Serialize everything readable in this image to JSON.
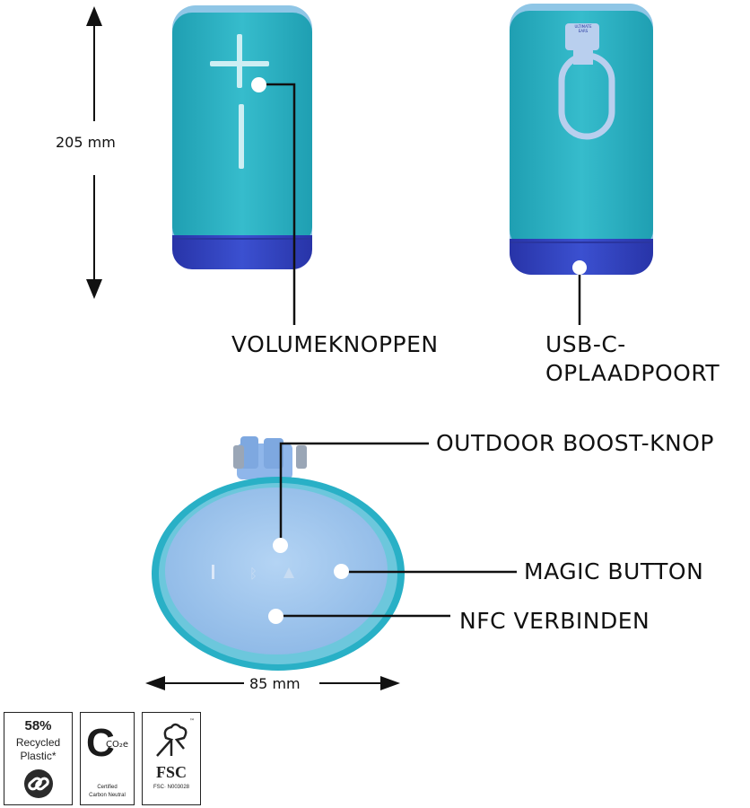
{
  "dimensions": {
    "height": "205 mm",
    "width": "85 mm"
  },
  "callouts": {
    "volume": "VOLUMEKNOPPEN",
    "usb_line1": "USB-C-",
    "usb_line2": "OPLAADPOORT",
    "outdoor": "OUTDOOR BOOST-KNOP",
    "magic": "MAGIC BUTTON",
    "nfc": "NFC VERBINDEN"
  },
  "speaker_tag": {
    "line1": "ULTIMATE",
    "line2": "EARS"
  },
  "badges": {
    "recycled": {
      "percent": "58%",
      "line1": "Recycled",
      "line2": "Plastic*"
    },
    "carbon": {
      "symbol": "C",
      "unit": "CO₂e",
      "line1": "Certified",
      "line2": "Carbon Neutral"
    },
    "fsc": {
      "mark": "FSC",
      "code": "FSC· N003028",
      "tm": "™"
    }
  },
  "colors": {
    "fabric": "#2fb3c4",
    "base": "#3547c8",
    "top_cap": "#9cc6ee",
    "line": "#111111"
  }
}
